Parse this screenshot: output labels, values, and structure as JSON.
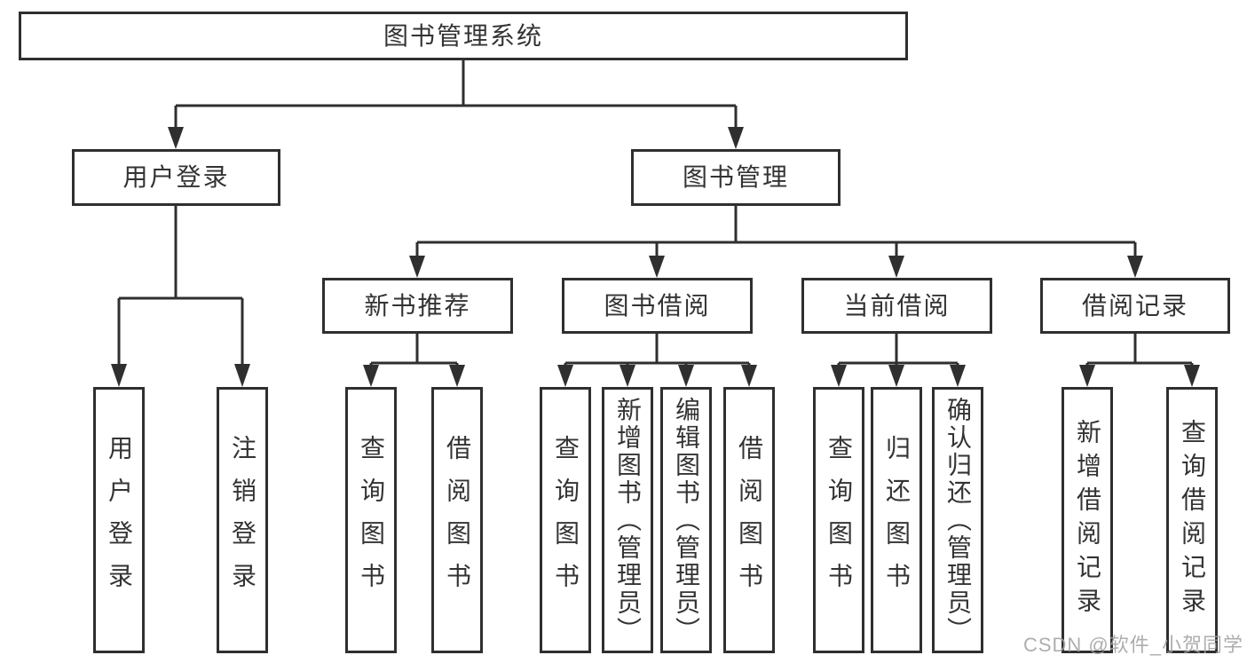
{
  "diagram": {
    "title": "图书管理系统",
    "type": "tree",
    "nodes": {
      "root": {
        "label": "图书管理系统"
      },
      "user_login": {
        "label": "用户登录"
      },
      "book_mgmt": {
        "label": "图书管理"
      },
      "new_book_rec": {
        "label": "新书推荐"
      },
      "book_borrow": {
        "label": "图书借阅"
      },
      "current_borrow": {
        "label": "当前借阅"
      },
      "borrow_record": {
        "label": "借阅记录"
      },
      "leaf_user_login": {
        "label": "用户登录"
      },
      "leaf_logout": {
        "label": "注销登录"
      },
      "leaf_rec_search": {
        "label": "查询图书"
      },
      "leaf_rec_borrow": {
        "label": "借阅图书"
      },
      "leaf_bor_search": {
        "label": "查询图书"
      },
      "leaf_bor_add": {
        "label": "新增图书（管理员）"
      },
      "leaf_bor_edit": {
        "label": "编辑图书（管理员）"
      },
      "leaf_bor_borrow": {
        "label": "借阅图书"
      },
      "leaf_cur_search": {
        "label": "查询图书"
      },
      "leaf_cur_return": {
        "label": "归还图书"
      },
      "leaf_cur_confirm": {
        "label": "确认归还（管理员）"
      },
      "leaf_log_add": {
        "label": "新增借阅记录"
      },
      "leaf_log_search": {
        "label": "查询借阅记录"
      }
    },
    "hierarchy": {
      "图书管理系统": [
        "用户登录",
        "图书管理"
      ],
      "用户登录": [
        "用户登录",
        "注销登录"
      ],
      "图书管理": [
        "新书推荐",
        "图书借阅",
        "当前借阅",
        "借阅记录"
      ],
      "新书推荐": [
        "查询图书",
        "借阅图书"
      ],
      "图书借阅": [
        "查询图书",
        "新增图书（管理员）",
        "编辑图书（管理员）",
        "借阅图书"
      ],
      "当前借阅": [
        "查询图书",
        "归还图书",
        "确认归还（管理员）"
      ],
      "借阅记录": [
        "新增借阅记录",
        "查询借阅记录"
      ]
    },
    "colors": {
      "line": "#2f2f2f",
      "text": "#333333",
      "background": "#ffffff"
    }
  },
  "watermark": {
    "text": "CSDN @软件_小贺同学",
    "color": "#a3a3a3"
  }
}
